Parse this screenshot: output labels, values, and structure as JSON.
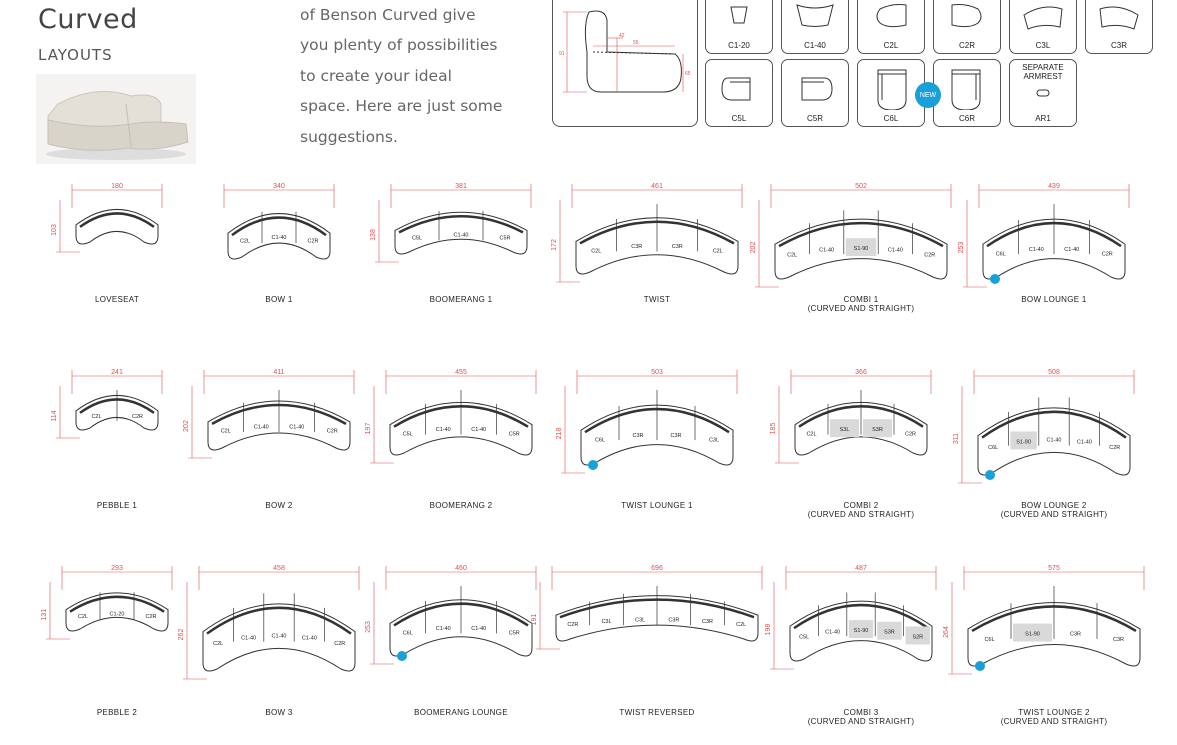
{
  "header": {
    "title": "Curved",
    "subtitle": "LAYOUTS"
  },
  "intro_lines": [
    "of Benson Curved give",
    "you plenty of possibilities",
    "to create your ideal",
    "space. Here are just some",
    "suggestions."
  ],
  "modules": {
    "row1": [
      "C1-20",
      "C1-40",
      "C2L",
      "C2R",
      "C3L",
      "C3R"
    ],
    "row2": [
      "C5L",
      "C5R",
      "C6L",
      "C6R",
      "AR1"
    ],
    "separate_armrest": [
      "SEPARATE",
      "ARMREST"
    ],
    "new_badge": "NEW"
  },
  "side_view": {
    "dim_h": "91",
    "dim_seat": "42",
    "dim_arm": "65",
    "dim_depth": "55"
  },
  "colors": {
    "dimension": "#e05050",
    "outline": "#333333",
    "badge": "#1aa0d8",
    "straight_fill": "#d9d9d9"
  },
  "layouts": [
    {
      "name": "LOVESEAT",
      "width": "180",
      "depth": "103",
      "mods": []
    },
    {
      "name": "BOW 1",
      "width": "340",
      "depth": "",
      "mods": [
        "C2L",
        "C1-40",
        "C2R"
      ]
    },
    {
      "name": "BOOMERANG 1",
      "width": "381",
      "depth": "138",
      "mods": [
        "C5L",
        "C1-40",
        "C5R"
      ]
    },
    {
      "name": "TWIST",
      "width": "461",
      "depth": "172",
      "mods": [
        "C2L",
        "C3R",
        "C3R",
        "C2L"
      ]
    },
    {
      "name": "COMBI 1",
      "sub": "(CURVED AND STRAIGHT)",
      "width": "502",
      "depth": "202",
      "mods": [
        "C2L",
        "C1-40",
        "S1-90",
        "C1-40",
        "C2R"
      ]
    },
    {
      "name": "BOW LOUNGE 1",
      "width": "439",
      "depth": "253",
      "mods": [
        "C6L",
        "C1-40",
        "C1-40",
        "C2R"
      ]
    },
    {
      "name": "PEBBLE 1",
      "width": "241",
      "depth": "114",
      "mods": [
        "C2L",
        "C2R"
      ]
    },
    {
      "name": "BOW 2",
      "width": "411",
      "depth": "202",
      "mods": [
        "C2L",
        "C1-40",
        "C1-40",
        "C2R"
      ]
    },
    {
      "name": "BOOMERANG 2",
      "width": "455",
      "depth": "197",
      "mods": [
        "C5L",
        "C1-40",
        "C1-40",
        "C5R"
      ]
    },
    {
      "name": "TWIST LOUNGE 1",
      "width": "503",
      "depth": "218",
      "mods": [
        "C6L",
        "C3R",
        "C3R",
        "C3L"
      ]
    },
    {
      "name": "COMBI 2",
      "sub": "(CURVED AND STRAIGHT)",
      "width": "366",
      "depth": "185",
      "mods": [
        "C2L",
        "S3L",
        "S3R",
        "C2R"
      ]
    },
    {
      "name": "BOW LOUNGE 2",
      "sub": "(CURVED AND STRAIGHT)",
      "width": "508",
      "depth": "311",
      "mods": [
        "C6L",
        "S1-90",
        "C1-40",
        "C1-40",
        "C2R"
      ]
    },
    {
      "name": "PEBBLE 2",
      "width": "293",
      "depth": "131",
      "mods": [
        "C2L",
        "C1-20",
        "C2R"
      ]
    },
    {
      "name": "BOW 3",
      "width": "458",
      "depth": "262",
      "mods": [
        "C2L",
        "C1-40",
        "C1-40",
        "C1-40",
        "C2R"
      ]
    },
    {
      "name": "BOOMERANG LOUNGE",
      "width": "460",
      "depth": "253",
      "mods": [
        "C6L",
        "C1-40",
        "C1-40",
        "C5R"
      ]
    },
    {
      "name": "TWIST REVERSED",
      "width": "696",
      "depth": "191",
      "mods": [
        "C2R",
        "C3L",
        "C3L",
        "C3R",
        "C3R",
        "C2L"
      ]
    },
    {
      "name": "COMBI 3",
      "sub": "(CURVED AND STRAIGHT)",
      "width": "487",
      "depth": "198",
      "mods": [
        "C5L",
        "C1-40",
        "S1-90",
        "S3R",
        "S2R"
      ]
    },
    {
      "name": "TWIST LOUNGE 2",
      "sub": "(CURVED AND STRAIGHT)",
      "width": "575",
      "depth": "264",
      "mods": [
        "C6L",
        "S1-90",
        "C3R",
        "C3R"
      ]
    }
  ]
}
